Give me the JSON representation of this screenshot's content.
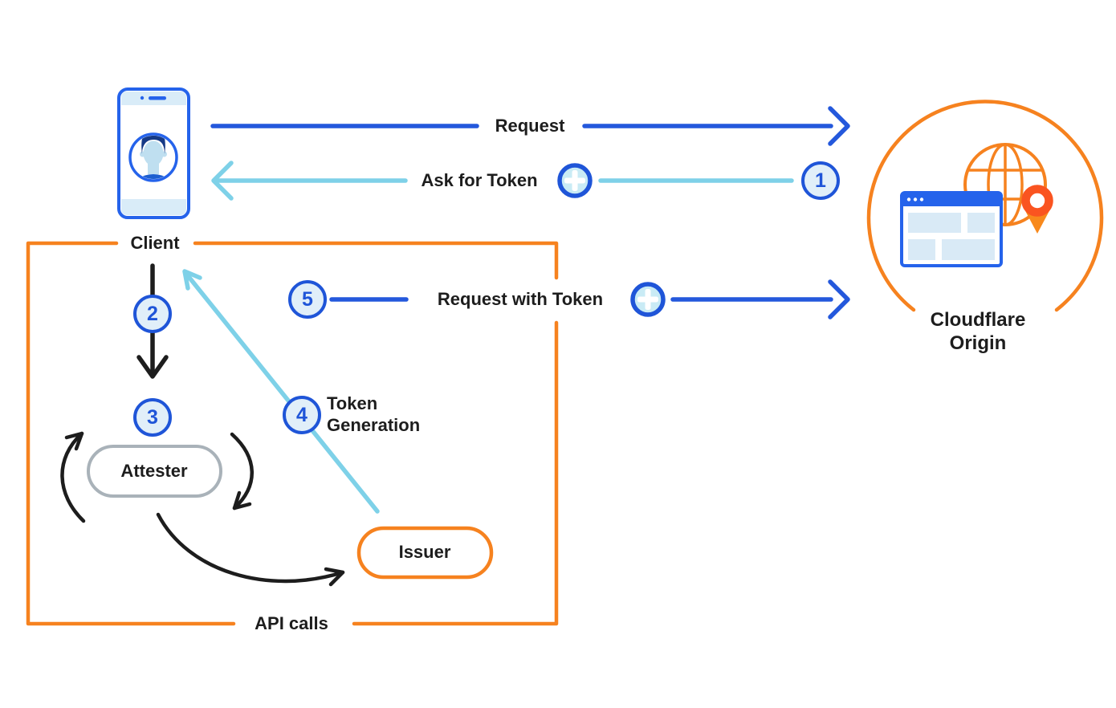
{
  "diagram": {
    "nodes": {
      "client": {
        "label": "Client"
      },
      "cloudflare_origin": {
        "line1": "Cloudflare",
        "line2": "Origin"
      },
      "attester": {
        "label": "Attester"
      },
      "issuer": {
        "label": "Issuer"
      }
    },
    "flows": {
      "request": {
        "label": "Request"
      },
      "ask_for_token": {
        "label": "Ask for Token",
        "step": "1"
      },
      "client_to_attester": {
        "step": "2"
      },
      "attestation": {
        "step": "3"
      },
      "token_generation": {
        "line1": "Token",
        "line2": "Generation",
        "step": "4"
      },
      "request_with_token": {
        "label": "Request with Token",
        "step": "5"
      },
      "api_calls": {
        "label": "API calls"
      }
    },
    "icons": {
      "client_device": "phone-icon",
      "client_user": "user-avatar-icon",
      "token": "token-icon",
      "origin_globe": "globe-icon",
      "origin_browser": "browser-window-icon",
      "origin_pin": "location-pin-icon"
    },
    "colors": {
      "dark_blue": "#2458dc",
      "light_blue": "#7ed1e8",
      "orange": "#f6821f",
      "ink": "#1d1d1d",
      "badge_fill": "#e1eff9",
      "badge_stroke": "#1f55d8",
      "gray_stroke": "#a9b2b9",
      "phone_blue": "#2563eb",
      "pale_blue": "#d9ecf8",
      "token_fill": "#c9ebf5",
      "pin_red_orange": "#fa5420",
      "pin_orange": "#f8891c",
      "avatar_skin": "#bfdff0",
      "avatar_hair": "#163a86",
      "avatar_shirt": "#1d5fd0",
      "browser_block": "#d9eaf6"
    }
  }
}
